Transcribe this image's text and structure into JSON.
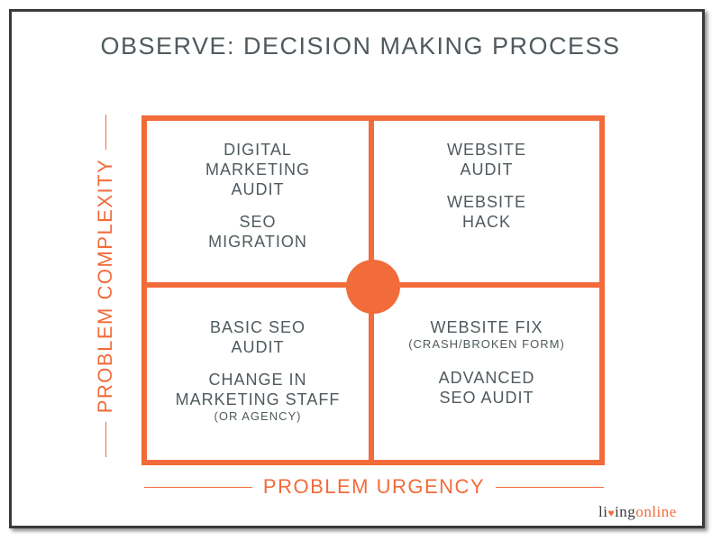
{
  "title": "OBSERVE: DECISION MAKING PROCESS",
  "axes": {
    "x_label": "PROBLEM URGENCY",
    "y_label": "PROBLEM COMPLEXITY"
  },
  "quadrants": {
    "top_left": {
      "item1": "DIGITAL\nMARKETING\nAUDIT",
      "item2": "SEO\nMIGRATION"
    },
    "top_right": {
      "item1": "WEBSITE\nAUDIT",
      "item2": "WEBSITE\nHACK"
    },
    "bottom_left": {
      "item1": "BASIC SEO\nAUDIT",
      "item2": "CHANGE IN\nMARKETING STAFF",
      "item2_sub": "(OR AGENCY)"
    },
    "bottom_right": {
      "item1": "WEBSITE FIX",
      "item1_sub": "(CRASH/BROKEN FORM)",
      "item2": "ADVANCED\nSEO AUDIT"
    }
  },
  "logo": {
    "part1": "li",
    "part2": "ing",
    "part3": "online",
    "heart": "♥"
  },
  "colors": {
    "accent": "#f26b3a",
    "text": "#505a5e",
    "frame": "#3a3a3a"
  }
}
